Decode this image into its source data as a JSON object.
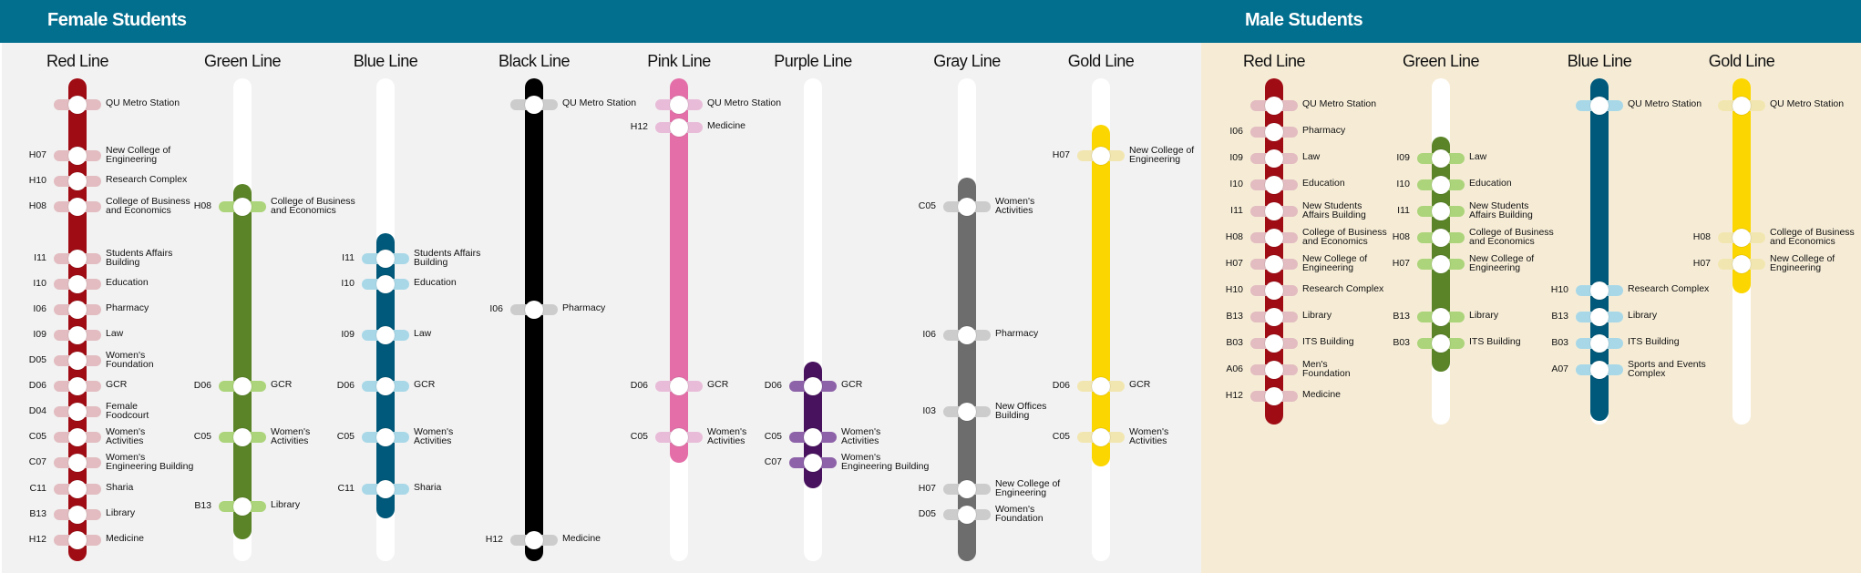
{
  "female": {
    "title": "Female Students",
    "lines": [
      {
        "name": "Red Line",
        "color": "#a00c14",
        "light": "#e2bcc0",
        "stations": [
          {
            "code": "",
            "name": "QU Metro Station"
          },
          {
            "code": "H07",
            "name": "New College of\nEngineering"
          },
          {
            "code": "H10",
            "name": "Research Complex"
          },
          {
            "code": "H08",
            "name": "College of Business\nand Economics"
          },
          {
            "code": "I11",
            "name": "Students Affairs\nBuilding"
          },
          {
            "code": "I10",
            "name": "Education"
          },
          {
            "code": "I06",
            "name": "Pharmacy"
          },
          {
            "code": "I09",
            "name": "Law"
          },
          {
            "code": "D05",
            "name": "Women's\nFoundation"
          },
          {
            "code": "D06",
            "name": "GCR"
          },
          {
            "code": "D04",
            "name": "Female\nFoodcourt"
          },
          {
            "code": "C05",
            "name": "Women's\nActivities"
          },
          {
            "code": "C07",
            "name": "Women's\nEngineering Building"
          },
          {
            "code": "C11",
            "name": "Sharia"
          },
          {
            "code": "B13",
            "name": "Library"
          },
          {
            "code": "H12",
            "name": "Medicine"
          }
        ]
      },
      {
        "name": "Green Line",
        "color": "#5a8427",
        "light": "#acd47a",
        "stations": [
          {
            "code": "H08",
            "name": "College of Business\nand Economics"
          },
          {
            "code": "D06",
            "name": "GCR"
          },
          {
            "code": "C05",
            "name": "Women's\nActivities"
          },
          {
            "code": "B13",
            "name": "Library"
          }
        ]
      },
      {
        "name": "Blue Line",
        "color": "#00597a",
        "light": "#a8d8e8",
        "stations": [
          {
            "code": "I11",
            "name": "Students Affairs\nBuilding"
          },
          {
            "code": "I10",
            "name": "Education"
          },
          {
            "code": "I09",
            "name": "Law"
          },
          {
            "code": "D06",
            "name": "GCR"
          },
          {
            "code": "C05",
            "name": "Women's\nActivities"
          },
          {
            "code": "C11",
            "name": "Sharia"
          }
        ]
      },
      {
        "name": "Black Line",
        "color": "#000000",
        "light": "#cccccc",
        "stations": [
          {
            "code": "",
            "name": "QU Metro Station"
          },
          {
            "code": "I06",
            "name": "Pharmacy"
          },
          {
            "code": "H12",
            "name": "Medicine"
          }
        ]
      },
      {
        "name": "Pink Line",
        "color": "#e46fa8",
        "light": "#e8bcd8",
        "stations": [
          {
            "code": "",
            "name": "QU Metro Station"
          },
          {
            "code": "H12",
            "name": "Medicine"
          },
          {
            "code": "D06",
            "name": "GCR"
          },
          {
            "code": "C05",
            "name": "Women's\nActivities"
          }
        ]
      },
      {
        "name": "Purple Line",
        "color": "#48125e",
        "light": "#8d62a8",
        "stations": [
          {
            "code": "D06",
            "name": "GCR"
          },
          {
            "code": "C05",
            "name": "Women's\nActivities"
          },
          {
            "code": "C07",
            "name": "Women's\nEngineering Building"
          }
        ]
      },
      {
        "name": "Gray Line",
        "color": "#6d6d6d",
        "light": "#cccccc",
        "stations": [
          {
            "code": "C05",
            "name": "Women's\nActivities"
          },
          {
            "code": "I06",
            "name": "Pharmacy"
          },
          {
            "code": "I03",
            "name": "New Offices\nBuilding"
          },
          {
            "code": "H07",
            "name": "New College of\nEngineering"
          },
          {
            "code": "D05",
            "name": "Women's\nFoundation"
          }
        ]
      },
      {
        "name": "Gold Line",
        "color": "#fcd600",
        "light": "#f2e6b0",
        "stations": [
          {
            "code": "H07",
            "name": "New College of\nEngineering"
          },
          {
            "code": "D06",
            "name": "GCR"
          },
          {
            "code": "C05",
            "name": "Women's\nActivities"
          }
        ]
      }
    ]
  },
  "male": {
    "title": "Male Students",
    "lines": [
      {
        "name": "Red Line",
        "color": "#a00c14",
        "light": "#e2bcc0",
        "stations": [
          {
            "code": "",
            "name": "QU Metro Station"
          },
          {
            "code": "I06",
            "name": "Pharmacy"
          },
          {
            "code": "I09",
            "name": "Law"
          },
          {
            "code": "I10",
            "name": "Education"
          },
          {
            "code": "I11",
            "name": "New Students\nAffairs Building"
          },
          {
            "code": "H08",
            "name": "College of Business\nand Economics"
          },
          {
            "code": "H07",
            "name": "New College of\nEngineering"
          },
          {
            "code": "H10",
            "name": "Research Complex"
          },
          {
            "code": "B13",
            "name": "Library"
          },
          {
            "code": "B03",
            "name": "ITS Building"
          },
          {
            "code": "A06",
            "name": "Men's\nFoundation"
          },
          {
            "code": "H12",
            "name": "Medicine"
          }
        ]
      },
      {
        "name": "Green Line",
        "color": "#5a8427",
        "light": "#acd47a",
        "stations": [
          {
            "code": "I09",
            "name": "Law"
          },
          {
            "code": "I10",
            "name": "Education"
          },
          {
            "code": "I11",
            "name": "New Students\nAffairs Building"
          },
          {
            "code": "H08",
            "name": "College of Business\nand Economics"
          },
          {
            "code": "H07",
            "name": "New College of\nEngineering"
          },
          {
            "code": "B13",
            "name": "Library"
          },
          {
            "code": "B03",
            "name": "ITS Building"
          }
        ]
      },
      {
        "name": "Blue Line",
        "color": "#00597a",
        "light": "#a8d8e8",
        "stations": [
          {
            "code": "",
            "name": "QU Metro Station"
          },
          {
            "code": "H10",
            "name": "Research Complex"
          },
          {
            "code": "B13",
            "name": "Library"
          },
          {
            "code": "B03",
            "name": "ITS Building"
          },
          {
            "code": "A07",
            "name": "Sports and Events\nComplex"
          }
        ]
      },
      {
        "name": "Gold Line",
        "color": "#fcd600",
        "light": "#f2e6b0",
        "stations": [
          {
            "code": "",
            "name": "QU Metro Station"
          },
          {
            "code": "H08",
            "name": "College of Business\nand Economics"
          },
          {
            "code": "H07",
            "name": "New College of\nEngineering"
          }
        ]
      }
    ]
  }
}
